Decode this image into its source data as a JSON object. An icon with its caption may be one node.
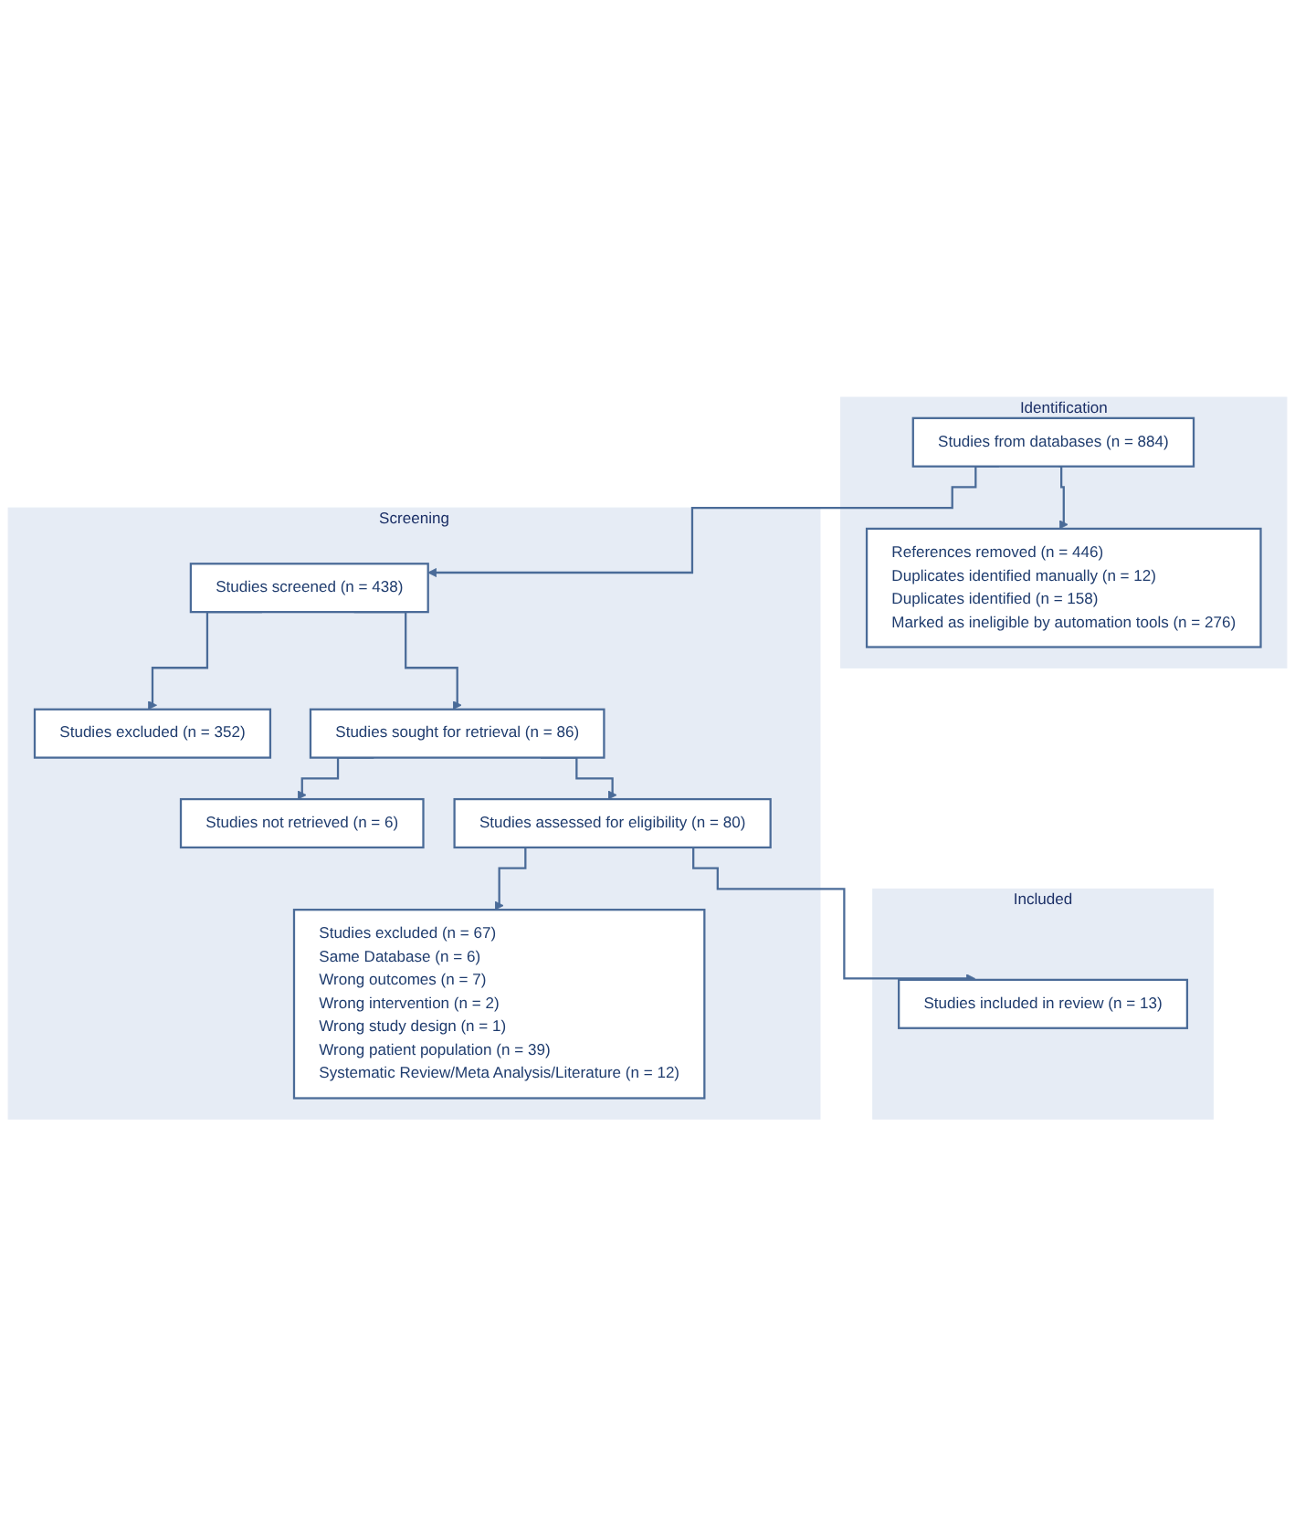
{
  "diagram": {
    "nodes": [
      {
        "text": [
          "Identification"
        ]
      },
      {
        "text": [
          "Studies from databases (n = 884)"
        ],
        "in": 0
      },
      {
        "text": [
          "References removed (n = 446)",
          "Duplicates identified manually (n = 12)",
          "Duplicates identified (n = 158)",
          "Marked as ineligible by automation tools (n = 276)"
        ],
        "in": 0
      },
      {
        "text": [
          "Screening"
        ]
      },
      {
        "text": [
          "Studies screened (n = 438)"
        ],
        "in": 3
      },
      {
        "text": [
          "Studies excluded (n = 352)"
        ],
        "in": 3
      },
      {
        "text": [
          "Studies sought for retrieval (n = 86)"
        ],
        "in": 3
      },
      {
        "text": [
          "Studies not retrieved (n = 6)"
        ],
        "in": 3
      },
      {
        "text": [
          "Studies assessed for eligibility (n = 80)"
        ],
        "in": 3
      },
      {
        "text": [
          "Studies excluded (n = 67)",
          "Same Database (n = 6)",
          "Wrong outcomes (n = 7)",
          "Wrong intervention (n = 2)",
          "Wrong study design (n = 1)",
          "Wrong patient population (n = 39)",
          "Systematic Review/Meta Analysis/Literature (n = 12)"
        ],
        "in": 3
      },
      {
        "text": [
          "Included"
        ]
      },
      {
        "text": [
          "Studies included in review (n = 13)"
        ],
        "in": 10
      }
    ],
    "edges": [
      {
        "from": 1,
        "to": 2,
        "arrow": "to"
      },
      {
        "from": 1,
        "to": 4,
        "arrow": "to"
      },
      {
        "from": 4,
        "to": 5,
        "arrow": "to"
      },
      {
        "from": 4,
        "to": 6,
        "arrow": "to"
      },
      {
        "from": 6,
        "to": 7,
        "arrow": "to"
      },
      {
        "from": 6,
        "to": 8,
        "arrow": "to"
      },
      {
        "from": 8,
        "to": 9,
        "arrow": "to"
      },
      {
        "from": 8,
        "to": 11,
        "arrow": "to"
      }
    ]
  }
}
